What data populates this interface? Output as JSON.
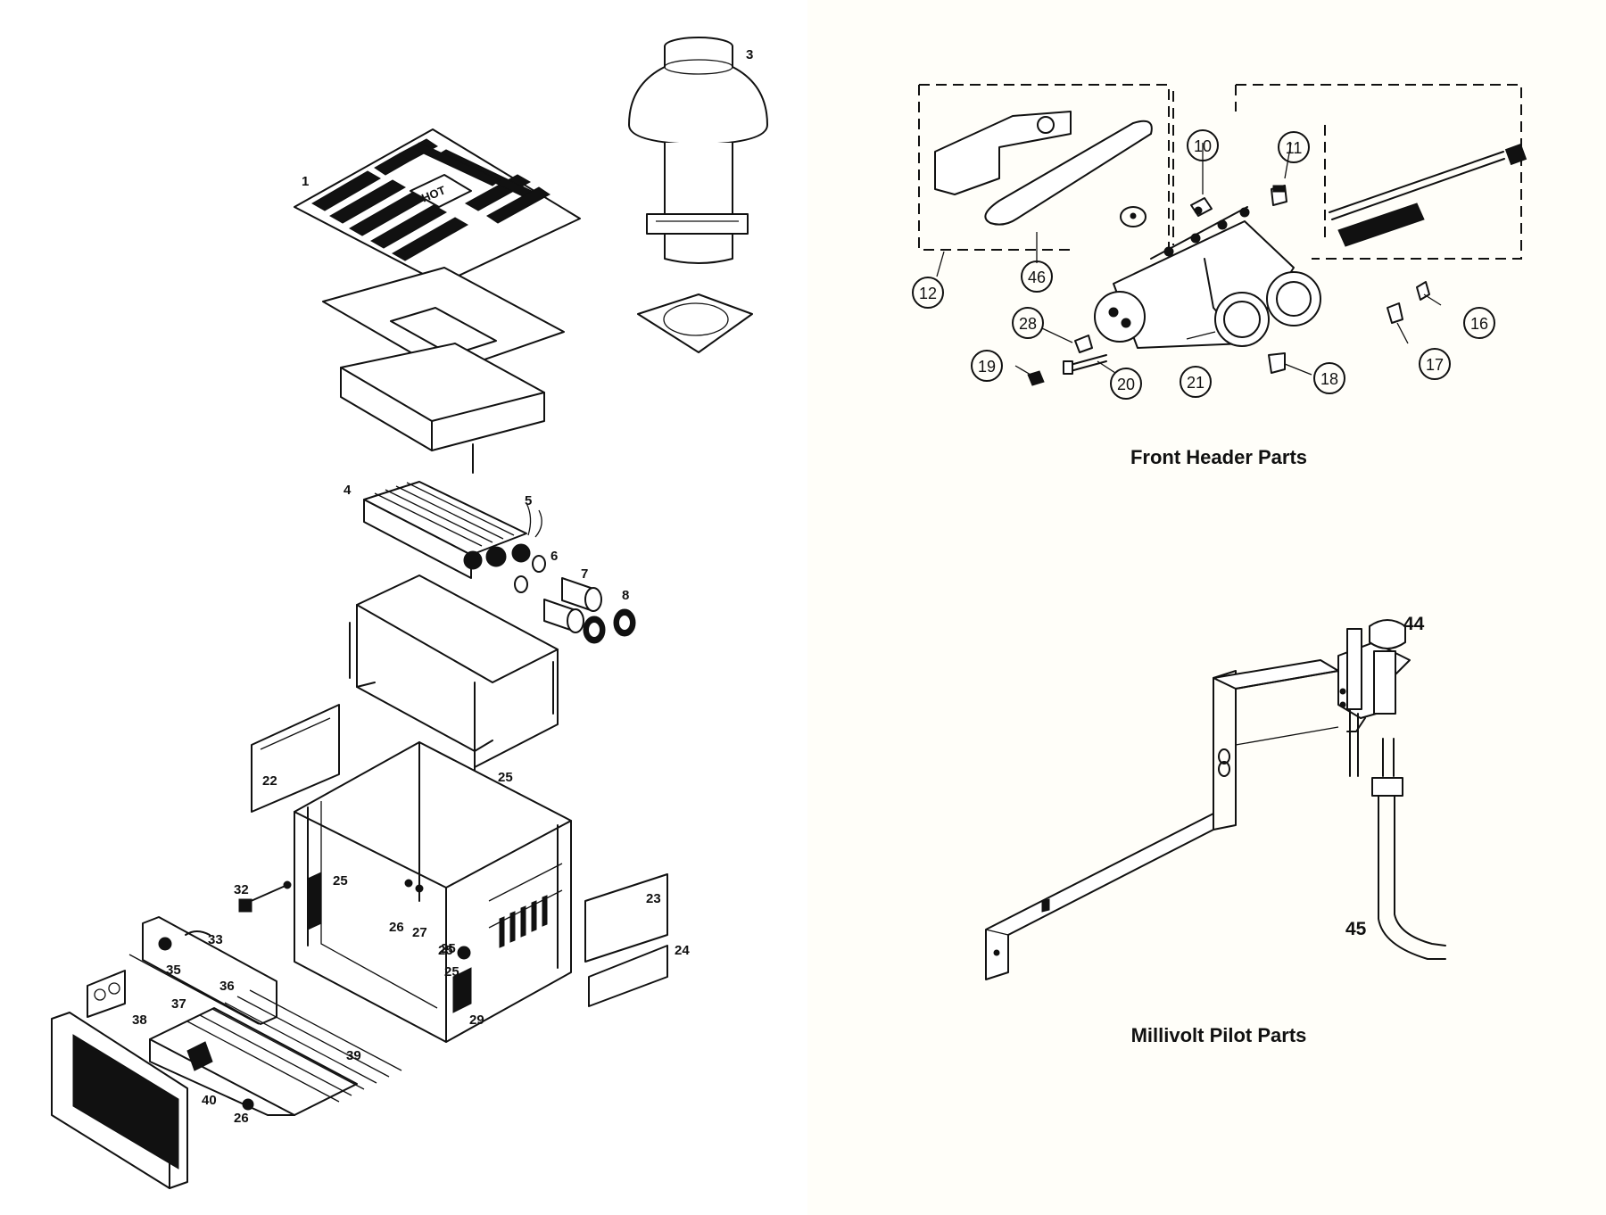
{
  "sections": {
    "front_header": {
      "caption": "Front Header Parts"
    },
    "millivolt_pilot": {
      "caption": "Millivolt Pilot Parts"
    }
  },
  "panel_colors": {
    "left": "#ffffff",
    "right": "#fffef9",
    "line": "#111111"
  },
  "hot_label": "HOT",
  "left_callouts": [
    "1",
    "3",
    "4",
    "5",
    "6",
    "7",
    "8",
    "22",
    "25",
    "25",
    "32",
    "25",
    "26",
    "27",
    "23",
    "24",
    "25",
    "25",
    "29",
    "33",
    "35",
    "36",
    "37",
    "38",
    "39",
    "40",
    "26"
  ],
  "front_header_callouts": [
    "10",
    "11",
    "12",
    "46",
    "28",
    "19",
    "20",
    "21",
    "18",
    "16",
    "17"
  ],
  "pilot_callouts": [
    "44",
    "45"
  ]
}
